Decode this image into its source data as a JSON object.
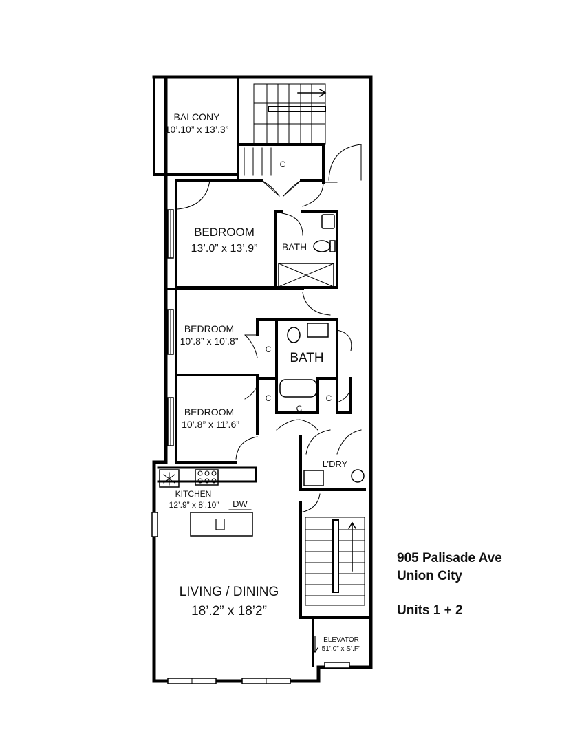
{
  "rooms": {
    "balcony": {
      "name": "BALCONY",
      "size": "10’.10” x 13’.3”"
    },
    "bedroom1": {
      "name": "BEDROOM",
      "size": "13’.0” x 13’.9”"
    },
    "bath1": {
      "name": "BATH"
    },
    "closet_top": {
      "name": "C"
    },
    "bedroom2": {
      "name": "BEDROOM",
      "size": "10’.8” x 10’.8”"
    },
    "closet_bed2": {
      "name": "C"
    },
    "bath2": {
      "name": "BATH"
    },
    "bedroom3": {
      "name": "BEDROOM",
      "size": "10’.8” x 11’.6”"
    },
    "closet_bed3": {
      "name": "C"
    },
    "closet_hall_mid": {
      "name": "C"
    },
    "closet_hall_right": {
      "name": "C"
    },
    "laundry": {
      "name": "L’DRY"
    },
    "kitchen": {
      "name": "KITCHEN",
      "size": "12’.9” x 8’.10”",
      "dishwasher": "DW"
    },
    "living": {
      "name": "LIVING / DINING",
      "size": "18’.2” x 18’2”"
    },
    "elevator": {
      "name": "ELEVATOR",
      "size": "51’.0” x S’.F”"
    }
  },
  "caption": {
    "address_line1": "905 Palisade Ave",
    "address_line2": "Union City",
    "units": "Units 1 + 2"
  }
}
